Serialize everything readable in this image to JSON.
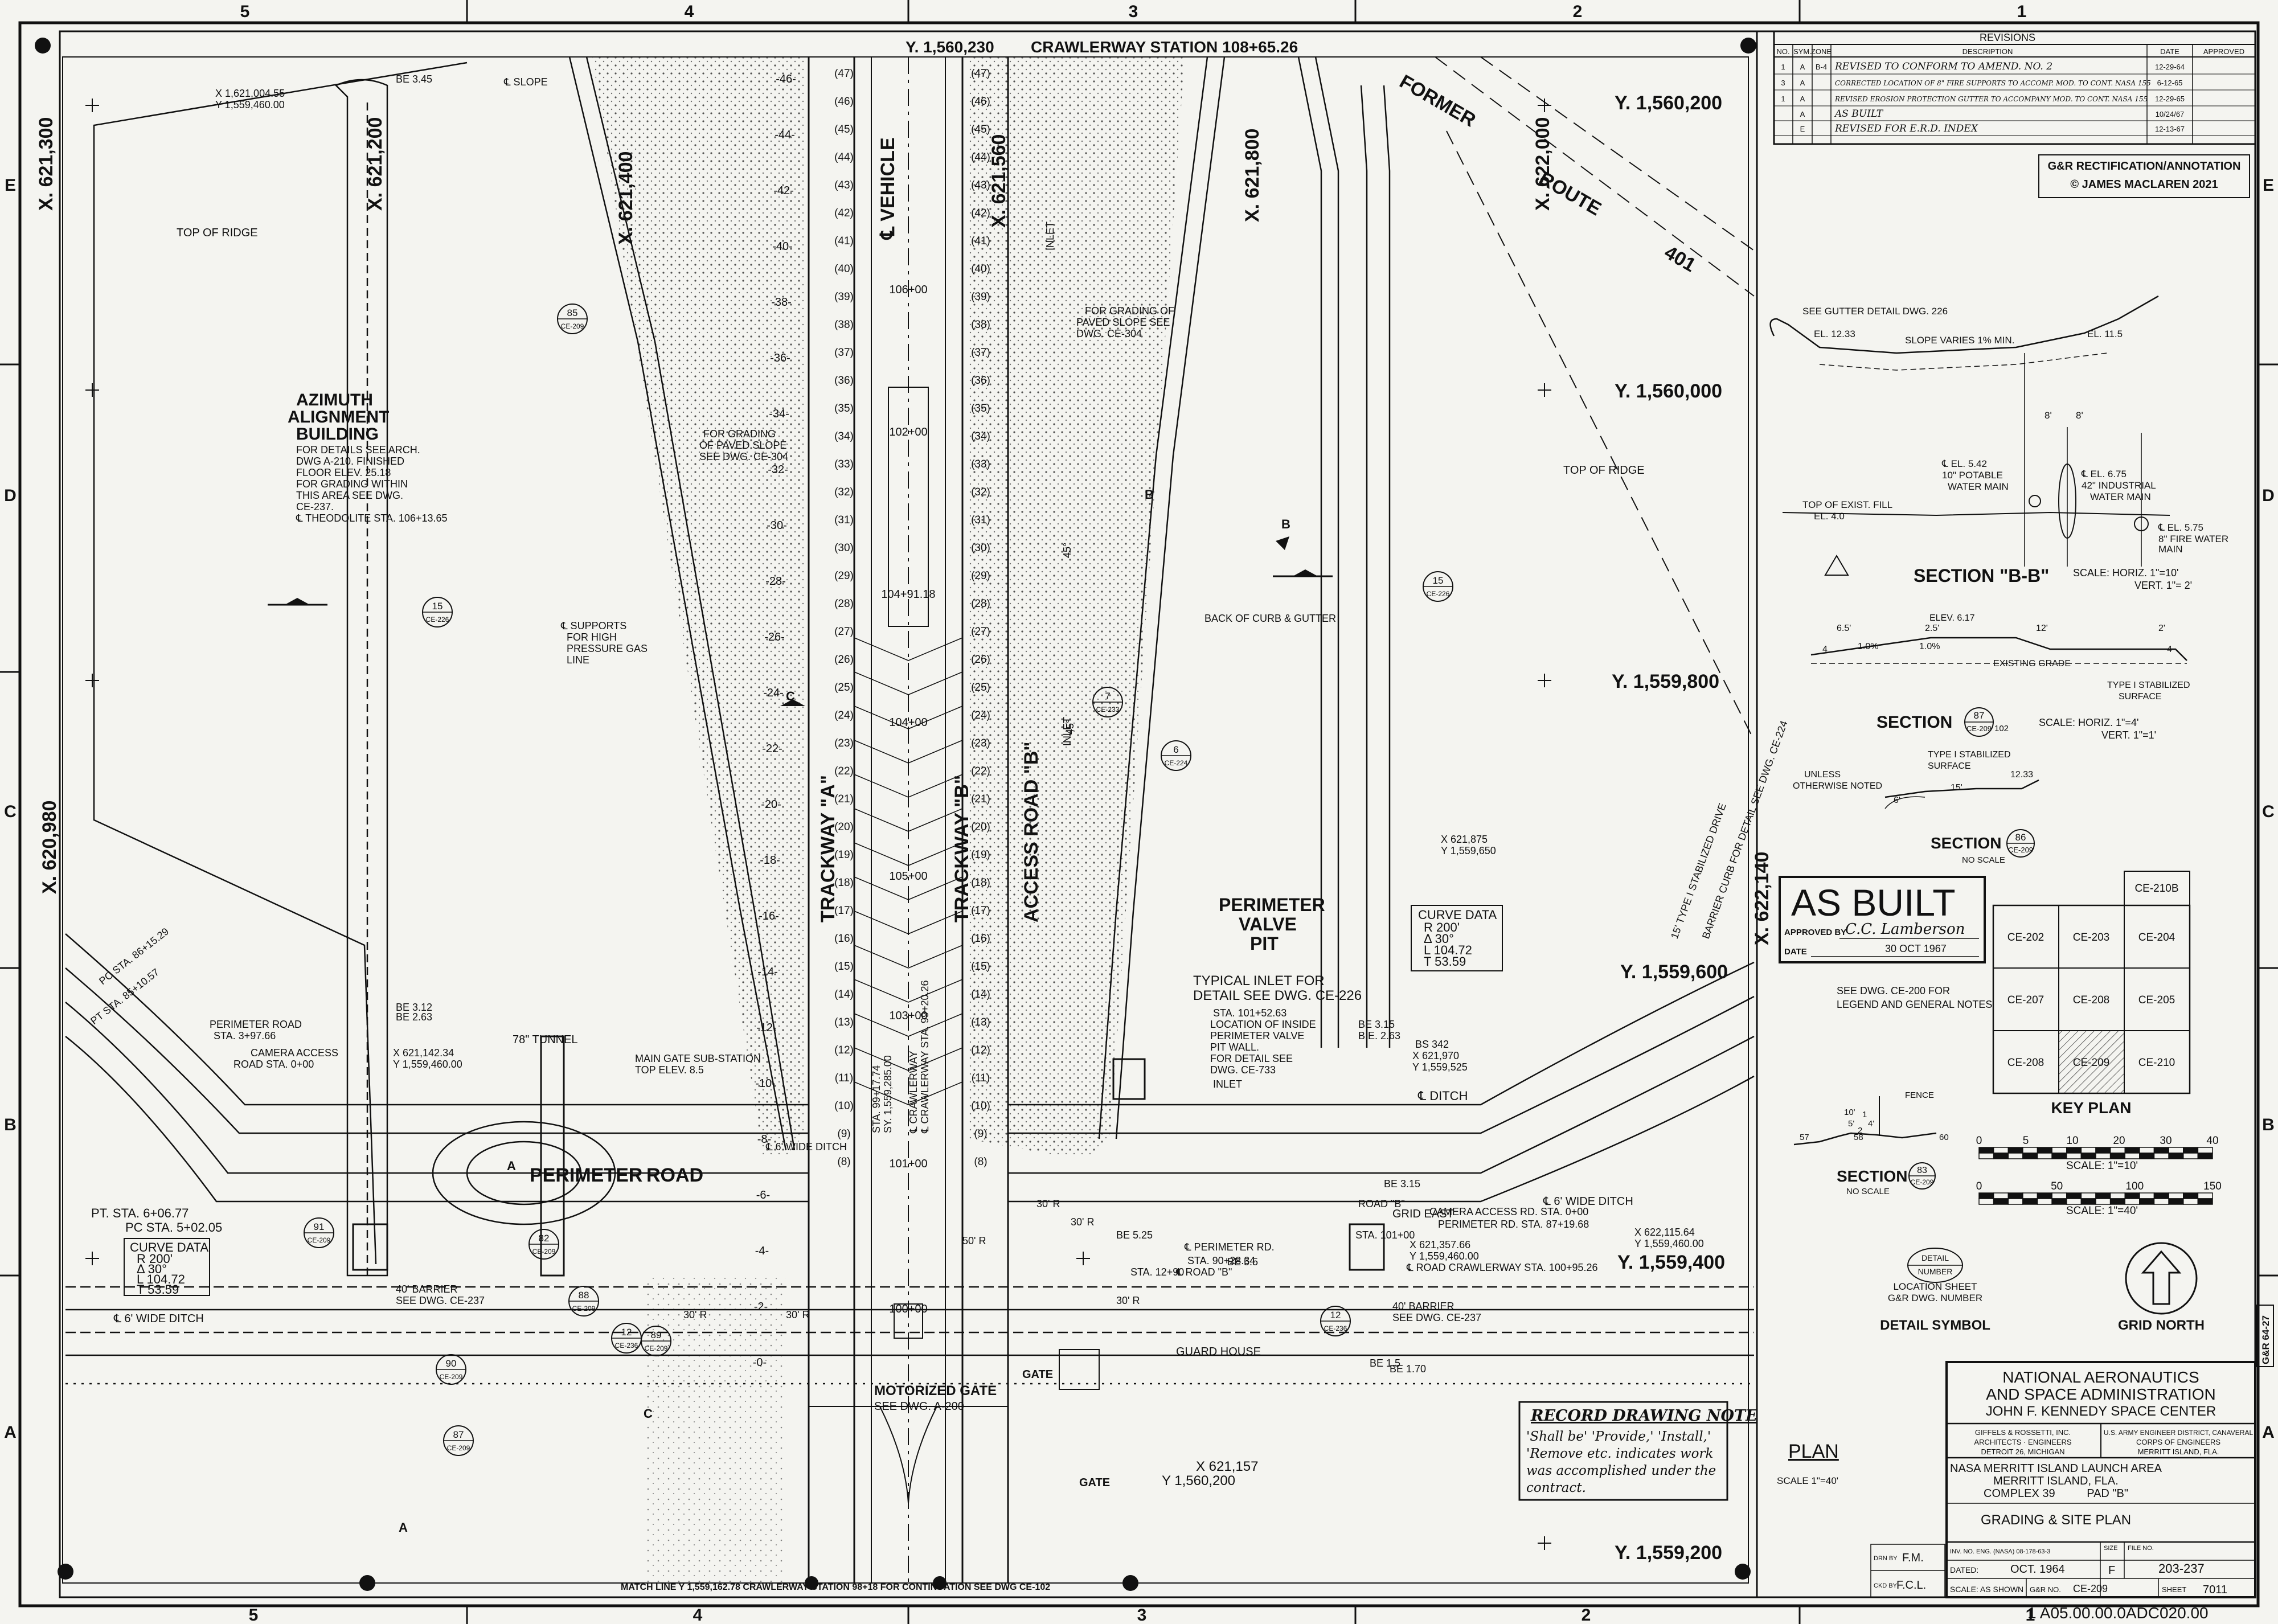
{
  "border": {
    "columns_top": [
      "5",
      "4",
      "3",
      "2",
      "1"
    ],
    "columns_bottom": [
      "5",
      "4",
      "3",
      "2",
      "1"
    ],
    "rows_left": [
      "E",
      "D",
      "C",
      "B",
      "A"
    ],
    "rows_right": [
      "E",
      "D",
      "C",
      "B",
      "A"
    ]
  },
  "header": {
    "y_coordinate": "Y. 1,560,230",
    "station": "CRAWLERWAY STATION 108+65.26"
  },
  "revisions": {
    "title": "REVISIONS",
    "columns": [
      "NO.",
      "SYM.",
      "ZONE",
      "DESCRIPTION",
      "DATE",
      "APPROVED"
    ],
    "rows": [
      [
        "1",
        "A",
        "B-4",
        "REVISED TO CONFORM TO AMEND. NO. 2",
        "12-29-64",
        ""
      ],
      [
        "3",
        "A",
        "",
        "CORRECTED LOCATION OF 8\" FIRE SUPPORTS TO ACCOMP. MOD. TO CONT. NASA 155",
        "6-12-65",
        ""
      ],
      [
        "1",
        "A",
        "",
        "REVISED EROSION PROTECTION GUTTER TO ACCOMPANY MOD. TO CONT. NASA 155",
        "12-29-65",
        ""
      ],
      [
        "",
        "A",
        "",
        "AS BUILT",
        "10/24/67",
        ""
      ],
      [
        "",
        "E",
        "",
        "REVISED FOR E.R.D. INDEX",
        "12-13-67",
        ""
      ]
    ]
  },
  "credit": {
    "line1": "G&R RECTIFICATION/ANNOTATION",
    "line2": "© JAMES MACLAREN 2021"
  },
  "section_bb": {
    "notes": [
      "SEE GUTTER DETAIL DWG. 226",
      "EL. 12.33",
      "SLOPE VARIES 1% MIN.",
      "EL. 11.5",
      "8'",
      "8'",
      "℄ EL. 5.42",
      "10\" POTABLE",
      "WATER MAIN",
      "℄ EL. 6.75",
      "42\" INDUSTRIAL",
      "WATER MAIN",
      "TOP OF EXIST. FILL",
      "EL. 4.0",
      "℄ EL. 5.75",
      "8\" FIRE WATER",
      "MAIN"
    ],
    "title": "SECTION \"B-B\"",
    "scale1": "SCALE: HORIZ. 1\"=10'",
    "scale2": "VERT. 1\"= 2'"
  },
  "section_87": {
    "notes": [
      "ELEV. 6.17",
      "2.5'",
      "6.5'",
      "12'",
      "2'",
      "1.0%",
      "1.0%",
      "4",
      "4",
      "EXISTING GRADE",
      "TYPE I STABILIZED",
      "SURFACE"
    ],
    "title": "SECTION",
    "callout_top": "87",
    "callout_bottom": "CE-209",
    "ref": "102",
    "scale1": "SCALE: HORIZ. 1\"=4'",
    "scale2": "VERT. 1\"=1'"
  },
  "section_86": {
    "notes": [
      "UNLESS",
      "OTHERWISE NOTED",
      "TYPE I STABILIZED",
      "SURFACE",
      "6'",
      "15'",
      "12.33"
    ],
    "title": "SECTION",
    "callout_top": "86",
    "callout_bottom": "CE-209",
    "noscale": "NO SCALE"
  },
  "as_built": {
    "title": "AS BUILT",
    "approved_label": "APPROVED BY",
    "signature": "C.C. Lamberson",
    "date_label": "DATE",
    "date": "30 OCT 1967"
  },
  "key_plan": {
    "top": "CE-210B",
    "rows": [
      [
        "CE-202",
        "CE-203",
        "CE-204"
      ],
      [
        "CE-207",
        "CE-208",
        "CE-205"
      ],
      [
        "CE-208",
        "CE-209",
        "CE-210"
      ]
    ],
    "title": "KEY PLAN",
    "note1": "SEE DWG. CE-200 FOR",
    "note2": "LEGEND AND GENERAL NOTES"
  },
  "section_83": {
    "notes": [
      "FENCE",
      "10'",
      "5'",
      "4'",
      "1",
      "2",
      "57",
      "58",
      "60"
    ],
    "title": "SECTION",
    "callout_top": "83",
    "callout_bottom": "CE-209",
    "noscale": "NO SCALE"
  },
  "scale_bars": {
    "bar1_ticks": [
      "0",
      "5",
      "10",
      "20",
      "30",
      "40"
    ],
    "bar1_label": "SCALE: 1\"=10'",
    "bar2_ticks": [
      "0",
      "50",
      "100",
      "150"
    ],
    "bar2_label": "SCALE: 1\"=40'"
  },
  "detail_symbol": {
    "top": "DETAIL",
    "middle": "NUMBER",
    "loc1": "LOCATION SHEET",
    "loc2": "G&R DWG. NUMBER",
    "title": "DETAIL SYMBOL"
  },
  "grid_north": {
    "title": "GRID NORTH"
  },
  "side_tag": "G&R 64-27",
  "record_note": {
    "title": "RECORD DRAWING NOTE",
    "lines": [
      "'Shall be' 'Provide,' 'Install,'",
      "'Remove etc. indicates work",
      "was accomplished under the",
      "contract."
    ]
  },
  "plan_label": {
    "title": "PLAN",
    "scale": "SCALE 1\"=40'"
  },
  "title_block": {
    "agency1": "NATIONAL AERONAUTICS",
    "agency2": "AND SPACE ADMINISTRATION",
    "agency3": "JOHN F. KENNEDY SPACE CENTER",
    "architect1": "GIFFELS & ROSSETTI, INC.",
    "architect2": "ARCHITECTS · ENGINEERS",
    "architect3": "DETROIT 26, MICHIGAN",
    "corps1": "U.S. ARMY ENGINEER DISTRICT, CANAVERAL",
    "corps2": "CORPS OF ENGINEERS",
    "corps3": "MERRITT ISLAND, FLA.",
    "project1": "NASA MERRITT ISLAND LAUNCH AREA",
    "project2": "MERRITT ISLAND, FLA.",
    "project3": "COMPLEX 39          PAD \"B\"",
    "sheet_title": "GRADING & SITE PLAN",
    "drawn_label": "DRN BY",
    "drawn": "F.M.",
    "checked_label": "CKD BY",
    "checked": "F.C.L.",
    "contract": "INV. NO. ENG. (NASA) 08-178-63-3",
    "dated_label": "DATED:",
    "dated": "OCT. 1964",
    "size_label": "SIZE",
    "size": "F",
    "file_label": "FILE NO.",
    "file": "203-237",
    "scale_label": "SCALE: AS SHOWN",
    "grno_label": "G&R NO.",
    "grno": "CE-209",
    "sheet_label": "SHEET",
    "sheet": "7011"
  },
  "footer": {
    "match_line": "MATCH LINE  Y 1,559,162.78  CRAWLERWAY STATION 98+18  FOR CONTINUATION SEE DWG CE-102",
    "index": "1 A05.00.00.0ADC020.00"
  },
  "plan": {
    "coords": [
      "X. 621,300",
      "X. 621,200",
      "X. 621,400",
      "X. 621,560",
      "X. 621,800",
      "X. 622,000",
      "X. 620,980",
      "X. 622,140",
      "Y. 1,560,200",
      "Y. 1,560,000",
      "Y. 1,559,800",
      "Y. 1,559,600",
      "Y. 1,559,400",
      "Y. 1,559,200"
    ],
    "road_labels": [
      "TRACKWAY \"A\"",
      "TRACKWAY \"B\"",
      "ACCESS ROAD \"B\"",
      "℄ VEHICLE",
      "PERIMETER",
      "ROAD",
      "FORMER",
      "ROUTE",
      "401"
    ],
    "feature_labels": [
      "AZIMUTH",
      "ALIGNMENT",
      "BUILDING",
      "PERIMETER",
      "VALVE",
      "PIT",
      "MOTORIZED GATE",
      "SEE DWG. A-200",
      "GATE",
      "GATE",
      "GUARD HOUSE",
      "GRID EAST",
      "℄ DITCH",
      "℄ 6' WIDE DITCH",
      "℄ 6' WIDE DITCH",
      "78\" TUNNEL",
      "TOP OF RIDGE",
      "TOP OF RIDGE",
      "℄ SLOPE"
    ],
    "notes": [
      "FOR DETAILS SEE ARCH.",
      "DWG A-210. FINISHED",
      "FLOOR ELEV. 25.18",
      "FOR GRADING WITHIN",
      "THIS AREA SEE DWG.",
      "CE-237.",
      "℄ THEODOLITE STA. 106+13.65",
      "FOR GRADING",
      "OF PAVED SLOPE",
      "SEE DWG. CE-304",
      "FOR GRADING OF",
      "PAVED SLOPE SEE",
      "DWG. CE-304",
      "TYPICAL INLET FOR",
      "DETAIL SEE DWG. CE-226",
      "STA. 101+52.63",
      "LOCATION OF INSIDE",
      "PERIMETER VALVE",
      "PIT WALL.",
      "FOR DETAIL SEE",
      "DWG. CE-733",
      "BACK OF CURB & GUTTER",
      "℄ SUPPORTS",
      "FOR HIGH",
      "PRESSURE GAS",
      "LINE",
      "MAIN GATE SUB-STATION",
      "TOP ELEV. 8.5",
      "PERIMETER ROAD",
      "STA. 3+97.66",
      "CAMERA ACCESS",
      "ROAD STA. 0+00",
      "X 621,142.34",
      "Y 1,559,460.00",
      "CAMERA ACCESS RD. STA. 0+00",
      "PERIMETER RD. STA. 87+19.68",
      "X 621,357.66",
      "Y 1,559,460.00",
      "℄ PERIMETER RD.",
      "STA. 90+28.34",
      "℄ ROAD \"B\"",
      "STA. 12+90",
      "℄ ROAD CRAWLERWAY STA. 100+95.26",
      "X 622,115.64",
      "Y 1,559,460.00",
      "40' BARRIER",
      "SEE DWG. CE-237",
      "40' BARRIER",
      "SEE DWG. CE-237",
      "X 621,875",
      "Y 1,559,650",
      "BS 342",
      "X 621,970",
      "Y 1,559,525",
      "BE 3.15",
      "B.E. 2.63",
      "BE 3.45",
      "BE 3.12",
      "BE 2.63",
      "BE 1.5",
      "BE 1.70",
      "BE 5.5",
      "BE 3.15",
      "BE 5.25",
      "STA. 101+00",
      "ROAD \"B\"",
      "STA. 99+17.74",
      "℄ CRAWLERWAY",
      "SY. 1,559,285.00",
      "℄ CRAWLERWAY STA. 99+20.26",
      "X 621,157",
      "Y 1,560,200",
      "X 1,621,004.55",
      "Y 1,559,460.00",
      "PT. STA. 6+06.77",
      "PC STA. 5+02.05",
      "PC STA. 86+15.29",
      "PT STA. 85+10.57",
      "15' TYPE I STABILIZED DRIVE",
      "BARRIER CURB FOR DETAIL SEE DWG. CE-224",
      "INLET",
      "INLET",
      "INLET",
      "45°",
      "45°",
      "30' R",
      "30' R",
      "30' R",
      "30' R",
      "50' R",
      "30' R",
      "℄ 6' WIDE DITCH"
    ],
    "stations": [
      "106+00",
      "105+00",
      "104+91.18",
      "104+00",
      "103+00",
      "102+00",
      "101+00",
      "100+00",
      "101+00"
    ],
    "elev_numbers": [
      "46",
      "44",
      "42",
      "40",
      "38",
      "36",
      "34",
      "32",
      "30",
      "28",
      "26",
      "24",
      "22",
      "20",
      "18",
      "16",
      "14",
      "12",
      "10",
      "8",
      "6",
      "4",
      "2",
      "0"
    ],
    "inlets": [
      "(47)",
      "(46)",
      "(45)",
      "(44)",
      "(43)",
      "(42)",
      "(41)",
      "(40)",
      "(39)",
      "(38)",
      "(37)",
      "(36)",
      "(35)",
      "(34)",
      "(33)",
      "(32)",
      "(31)",
      "(30)",
      "(29)",
      "(28)",
      "(27)",
      "(26)",
      "(25)",
      "(24)",
      "(23)",
      "(22)",
      "(21)",
      "(20)",
      "(19)",
      "(18)",
      "(17)",
      "(16)",
      "(15)",
      "(14)",
      "(13)",
      "(12)",
      "(11)",
      "(10)",
      "(9)",
      "(8)"
    ],
    "curve_left": {
      "title": "CURVE DATA",
      "lines": [
        "R 200'",
        "Δ 30°",
        "L 104.72",
        "T 53.59"
      ]
    },
    "curve_right": {
      "title": "CURVE DATA",
      "lines": [
        "R 200'",
        "Δ 30°",
        "L 104.72",
        "T 53.59"
      ]
    },
    "callouts": [
      {
        "top": "85",
        "bot": "CE-209"
      },
      {
        "top": "15",
        "bot": "CE-226"
      },
      {
        "top": "15",
        "bot": "CE-226"
      },
      {
        "top": "7",
        "bot": "CE-233"
      },
      {
        "top": "6",
        "bot": "CE-224"
      },
      {
        "top": "87",
        "bot": "CE-209"
      },
      {
        "top": "82",
        "bot": "CE-209"
      },
      {
        "top": "12",
        "bot": "CE-236"
      },
      {
        "top": "12",
        "bot": "CE-236"
      },
      {
        "top": "89",
        "bot": "CE-209"
      },
      {
        "top": "90",
        "bot": "CE-209"
      },
      {
        "top": "91",
        "bot": "CE-209"
      },
      {
        "top": "88",
        "bot": "CE-209"
      }
    ],
    "section_marks": [
      "B",
      "B",
      "C",
      "C",
      "A",
      "A"
    ]
  }
}
